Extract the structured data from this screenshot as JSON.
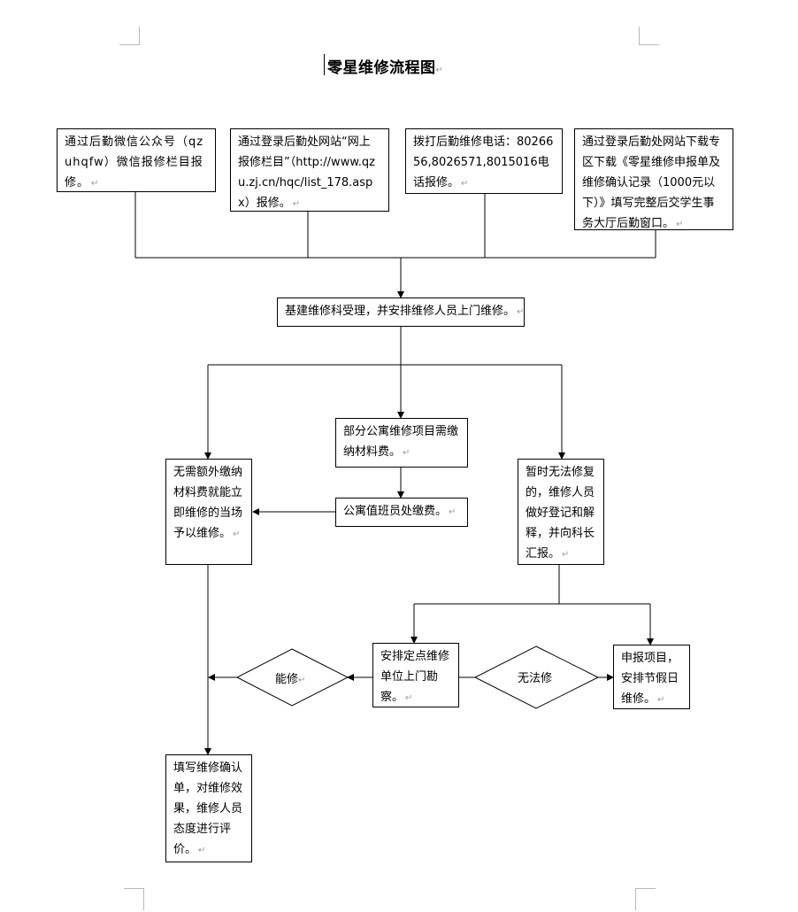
{
  "title": "零星维修流程图",
  "paragraph_mark": "↵",
  "boxes": {
    "wechat": "通过后勤微信公众号（qzuhqfw）微信报修栏目报修。",
    "website": "通过登录后勤处网站“网上报修栏目”（http://www.qzu.zj.cn/hqc/list_178.aspx）报修。",
    "phone": "拨打后勤维修电话：8026656,8026571,8015016电话报修。",
    "download": "通过登录后勤处网站下载专区下载《零星维修申报单及维修确认记录（1000元以下）》填写完整后交学生事务大厅后勤窗口。",
    "accept": "基建维修科受理，并安排维修人员上门维修。",
    "material": "部分公寓维修项目需缴纳材料费。",
    "pay": "公寓值班员处缴费。",
    "immediate": "无需额外缴纳材料费就能立即维修的当场予以维修。",
    "report": "暂时无法修复的，维修人员做好登记和解释，并向科长汇报。",
    "unit": "安排定点维修单位上门勘察。",
    "holiday": "申报项目，安排节假日维修。",
    "confirm": "填写维修确认单，对维修效果，维修人员态度进行评价。"
  },
  "diamonds": {
    "can_repair": "能修",
    "cannot_repair": "无法修"
  }
}
